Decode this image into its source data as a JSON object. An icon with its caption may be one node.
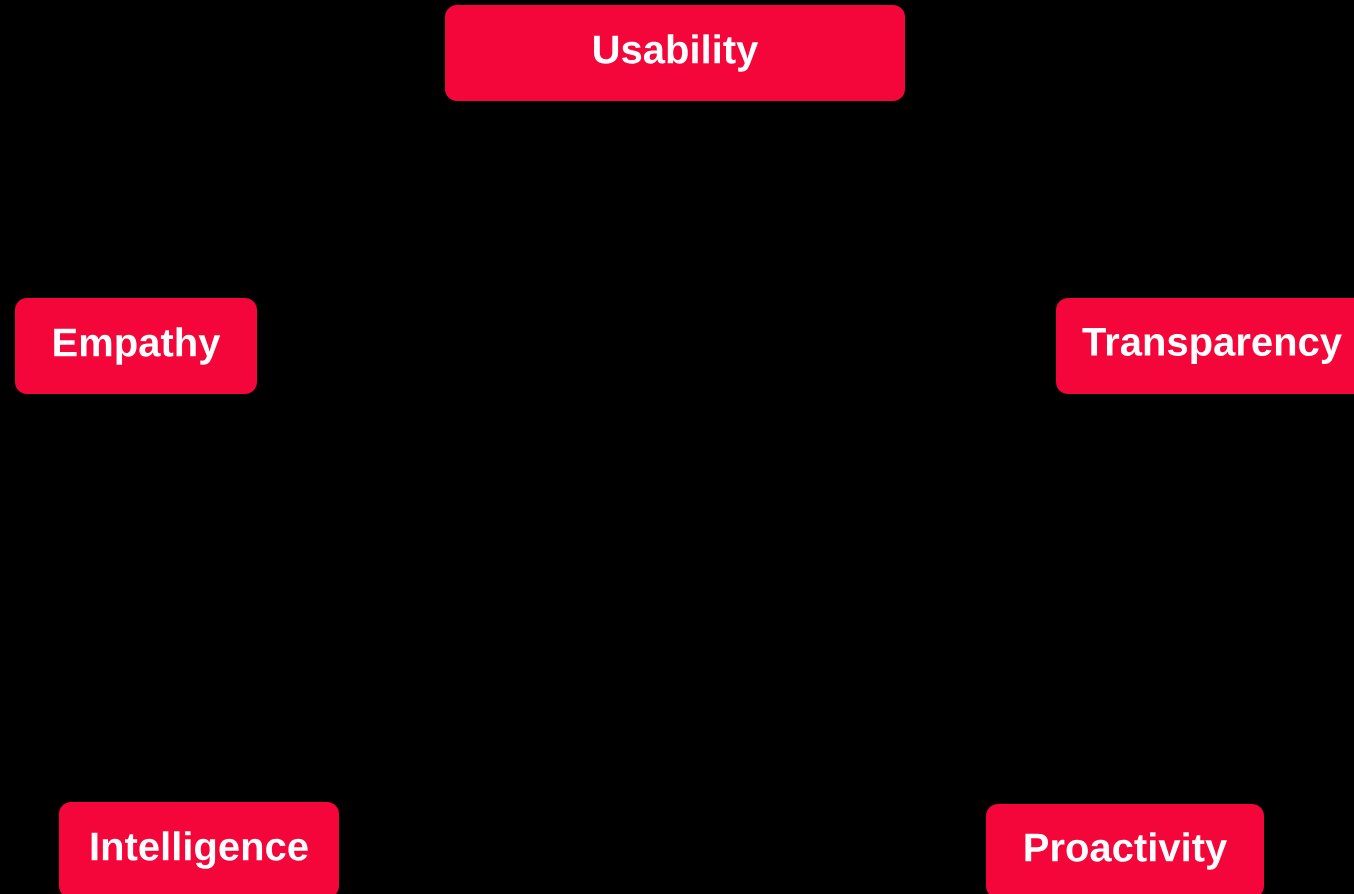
{
  "diagram": {
    "nodes": [
      {
        "text": [
          "Usability"
        ]
      },
      {
        "text": [
          "Empathy"
        ]
      },
      {
        "text": [
          "Transparency"
        ]
      },
      {
        "text": [
          "Intelligence"
        ]
      },
      {
        "text": [
          "Proactivity"
        ]
      }
    ]
  }
}
